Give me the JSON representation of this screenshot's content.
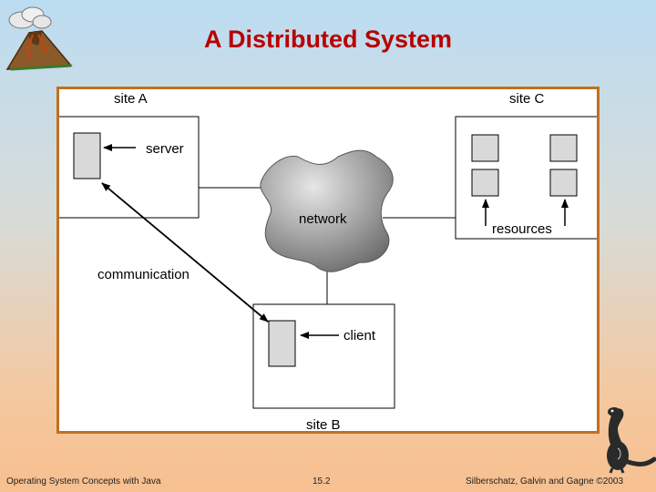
{
  "slide": {
    "title": "A Distributed System",
    "footer_left": "Operating System Concepts with Java",
    "footer_center": "15.2",
    "footer_right": "Silberschatz, Galvin and Gagne ©2003"
  },
  "diagram": {
    "site_a_label": "site A",
    "site_b_label": "site B",
    "site_c_label": "site C",
    "server_label": "server",
    "client_label": "client",
    "network_label": "network",
    "communication_label": "communication",
    "resources_label": "resources"
  },
  "colors": {
    "title": "#b80000",
    "frame_border": "#c07020",
    "box_fill": "#d9d9d9"
  },
  "icons": [
    "volcano-logo-icon",
    "dinosaur-mascot-icon"
  ]
}
